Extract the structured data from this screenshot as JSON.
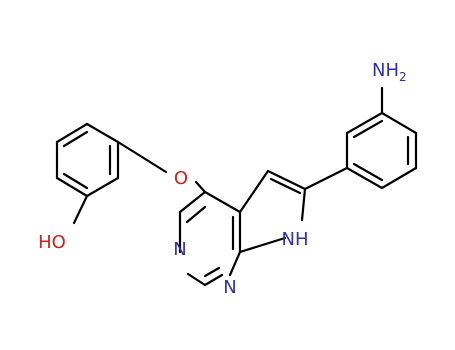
{
  "molecule": {
    "atom_labels": {
      "amine_n": "NH",
      "amine_h2_subscript": "2",
      "ether_o": "O",
      "hydroxyl": "HO",
      "pyrimidine_n1": "N",
      "pyrimidine_n3": "N",
      "pyrrole_nh": "NH"
    },
    "colors": {
      "bond": "#000000",
      "nitrogen": "#3333a6",
      "oxygen": "#cc2222"
    }
  }
}
